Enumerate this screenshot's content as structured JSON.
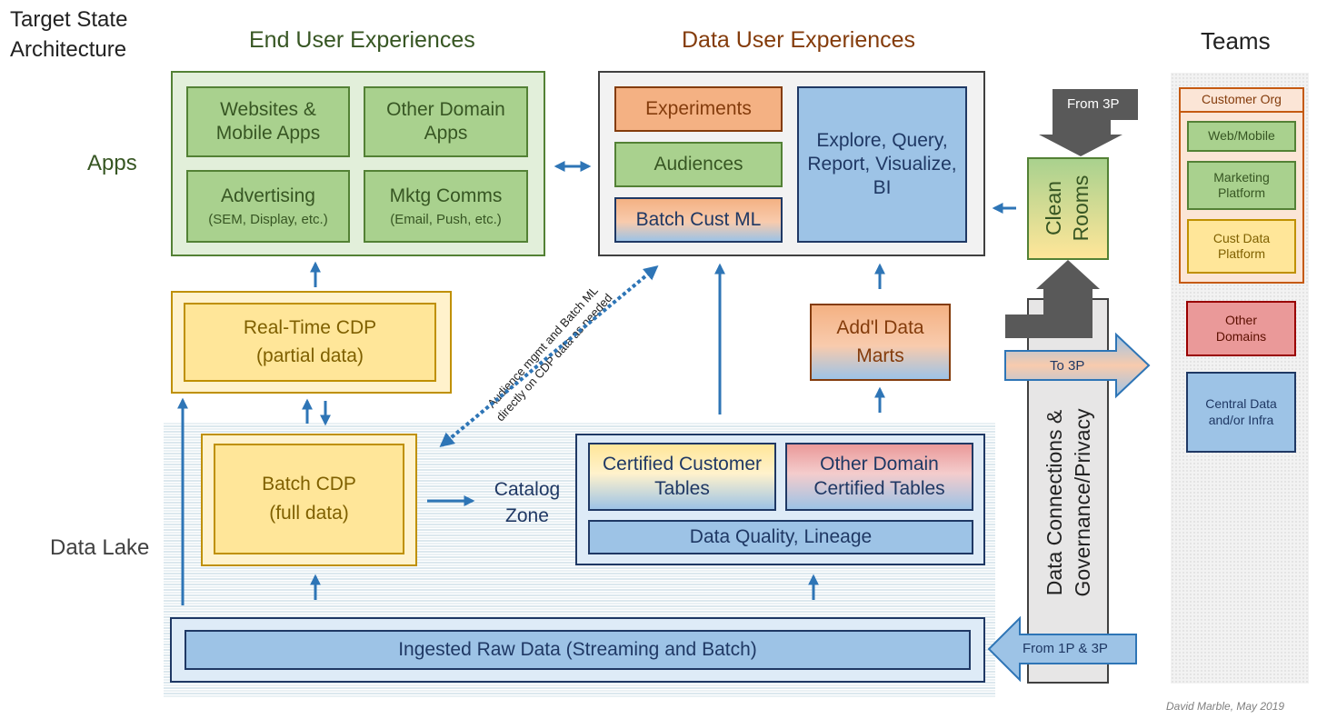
{
  "header": {
    "title_line1": "Target State",
    "title_line2": "Architecture",
    "end_user": "End User Experiences",
    "data_user": "Data User Experiences",
    "teams": "Teams"
  },
  "rows": {
    "apps": "Apps",
    "data_lake": "Data Lake"
  },
  "end_user_boxes": {
    "websites": "Websites & Mobile Apps",
    "other_domain_apps": "Other Domain Apps",
    "advertising": "Advertising",
    "advertising_sub": "(SEM, Display, etc.)",
    "mktg": "Mktg Comms",
    "mktg_sub": "(Email, Push, etc.)"
  },
  "data_user_boxes": {
    "experiments": "Experiments",
    "audiences": "Audiences",
    "batch_ml": "Batch Cust ML",
    "explore": "Explore, Query, Report, Visualize, BI"
  },
  "clean_rooms": {
    "line1": "Clean",
    "line2": "Rooms",
    "from_3p": "From 3P"
  },
  "rt_cdp": {
    "line1": "Real-Time CDP",
    "line2": "(partial data)"
  },
  "batch_cdp": {
    "line1": "Batch CDP",
    "line2": "(full data)"
  },
  "addl_marts": {
    "line1": "Add'l Data",
    "line2": "Marts"
  },
  "dotted_note": {
    "line1": "Audience mgmt and Batch ML",
    "line2": "directly on CDP data as needed"
  },
  "catalog": {
    "label_line1": "Catalog",
    "label_line2": "Zone",
    "certified": "Certified Customer Tables",
    "other_certified": "Other Domain Certified Tables",
    "quality": "Data Quality, Lineage"
  },
  "ingested": "Ingested Raw Data (Streaming and Batch)",
  "governance": {
    "line1": "Data Connections &",
    "line2": "Governance/Privacy",
    "to_3p": "To 3P",
    "from_1p3p": "From 1P & 3P"
  },
  "teams_panel": {
    "customer_org": "Customer Org",
    "web_mobile": "Web/Mobile",
    "marketing": "Marketing Platform",
    "cust_data": "Cust Data Platform",
    "other_domains": "Other Domains",
    "central": "Central Data and/or Infra"
  },
  "credit": "David Marble, May 2019",
  "colors": {
    "green_fill": "#a9d18e",
    "yellow_fill": "#ffe699",
    "blue_fill": "#9dc3e6",
    "orange_fill": "#f4b183",
    "red_fill": "#ea9999",
    "arrow_blue": "#2e75b6",
    "gray_arrow": "#595959"
  }
}
